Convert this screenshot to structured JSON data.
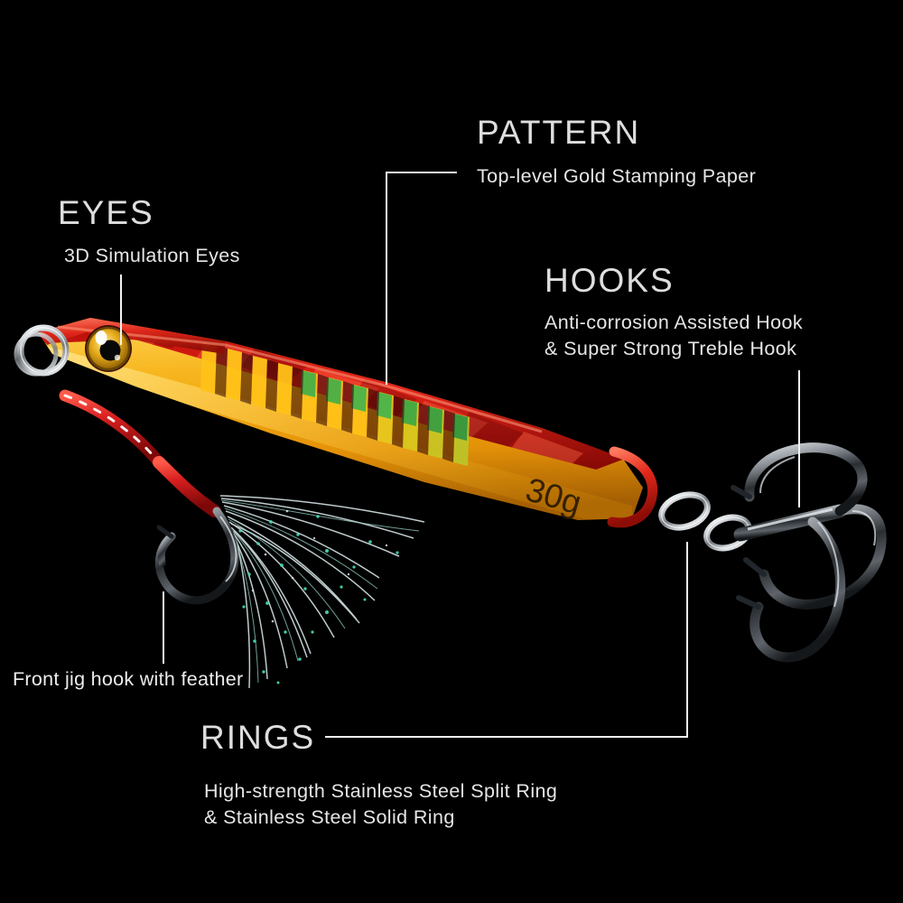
{
  "image": {
    "background_color": "#000000",
    "subject": "metal jig fishing lure",
    "weight_label": "30g"
  },
  "callouts": {
    "pattern": {
      "title": "PATTERN",
      "desc_line1": "Top-level Gold Stamping Paper"
    },
    "eyes": {
      "title": "EYES",
      "desc_line1": "3D Simulation Eyes"
    },
    "hooks": {
      "title": "HOOKS",
      "desc_line1": "Anti-corrosion Assisted Hook",
      "desc_line2": "& Super Strong Treble Hook"
    },
    "rings": {
      "title": "RINGS",
      "desc_line1": "High-strength Stainless Steel Split Ring",
      "desc_line2": "& Stainless Steel Solid Ring"
    },
    "front_hook": {
      "label": "Front jig hook with feather"
    }
  },
  "colors": {
    "background": "#000000",
    "title_text": "#dedede",
    "body_text": "#e6e6e6",
    "leader_line": "#f2f2f2",
    "lure_back_red": "#c0120c",
    "lure_belly_gold": "#f0a81a",
    "lure_stripe_gold": "#ffc219",
    "lure_stripe_green": "#2faa46",
    "eye_iris": "#e0a81c",
    "eye_pupil": "#0a0a0a",
    "hook_metal": "#b9bcc0",
    "assist_cord_red": "#d81f1f",
    "feather_white": "#e8f2f2",
    "feather_fleck": "#46e0c0"
  }
}
